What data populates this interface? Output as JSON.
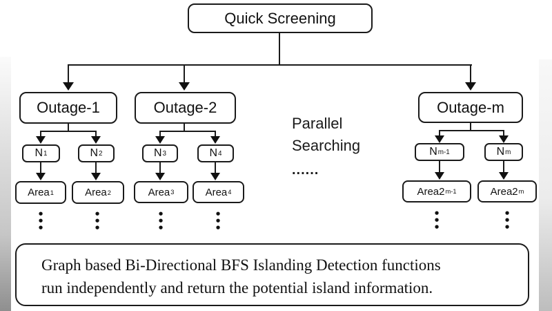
{
  "colors": {
    "line": "#1a1a1a",
    "background": "#ffffff",
    "box_fill": "#ffffff"
  },
  "diagram": {
    "root": {
      "label": "Quick Screening"
    },
    "parallel_note": {
      "line1": "Parallel",
      "line2": "Searching",
      "dots": "......"
    },
    "ellipsis_dot": "•",
    "groups": [
      {
        "outage": "Outage-1",
        "nodes": [
          {
            "base": "N",
            "sub": "1"
          },
          {
            "base": "N",
            "sub": "2"
          }
        ],
        "areas": [
          {
            "base": "Area",
            "sub": "1"
          },
          {
            "base": "Area",
            "sub": "2"
          }
        ]
      },
      {
        "outage": "Outage-2",
        "nodes": [
          {
            "base": "N",
            "sub": "3"
          },
          {
            "base": "N",
            "sub": "4"
          }
        ],
        "areas": [
          {
            "base": "Area",
            "sub": "3"
          },
          {
            "base": "Area",
            "sub": "4"
          }
        ]
      },
      {
        "outage": "Outage-m",
        "nodes": [
          {
            "base": "N",
            "sub": "m-1"
          },
          {
            "base": "N",
            "sub": "m"
          }
        ],
        "areas": [
          {
            "base": "Area2",
            "sub": "m-1"
          },
          {
            "base": "Area2",
            "sub": "m"
          }
        ]
      }
    ],
    "footer": {
      "lines": [
        "Graph based Bi-Directional BFS Islanding Detection functions",
        "run independently and return the potential island information."
      ]
    }
  }
}
